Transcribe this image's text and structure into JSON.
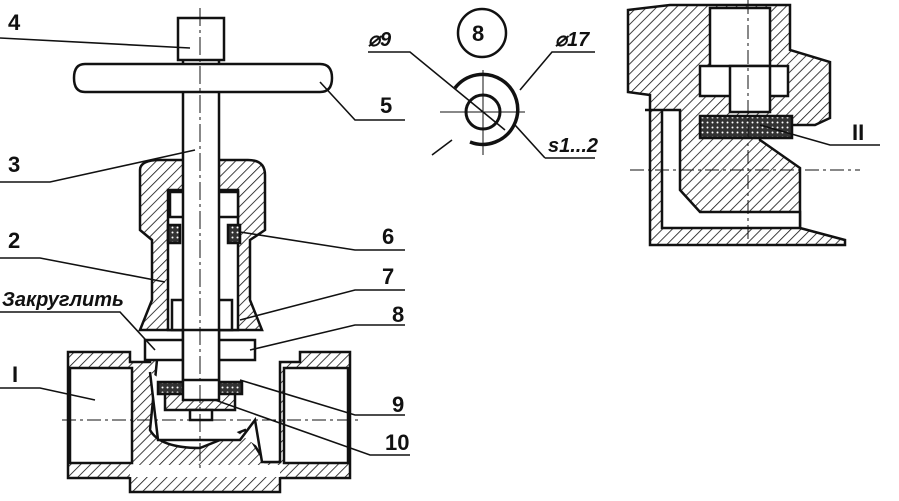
{
  "drawing": {
    "callouts": {
      "c1": "I",
      "c2": "2",
      "c3": "3",
      "c4": "4",
      "c5": "5",
      "c6": "6",
      "c7": "7",
      "c8": "8",
      "c9": "9",
      "c10": "10"
    },
    "note_round": "Закруглить",
    "detail8": {
      "marker": "8",
      "dia_inner": "⌀9",
      "dia_outer": "⌀17",
      "thickness": "s1...2"
    },
    "detail2": {
      "marker": "II"
    }
  }
}
